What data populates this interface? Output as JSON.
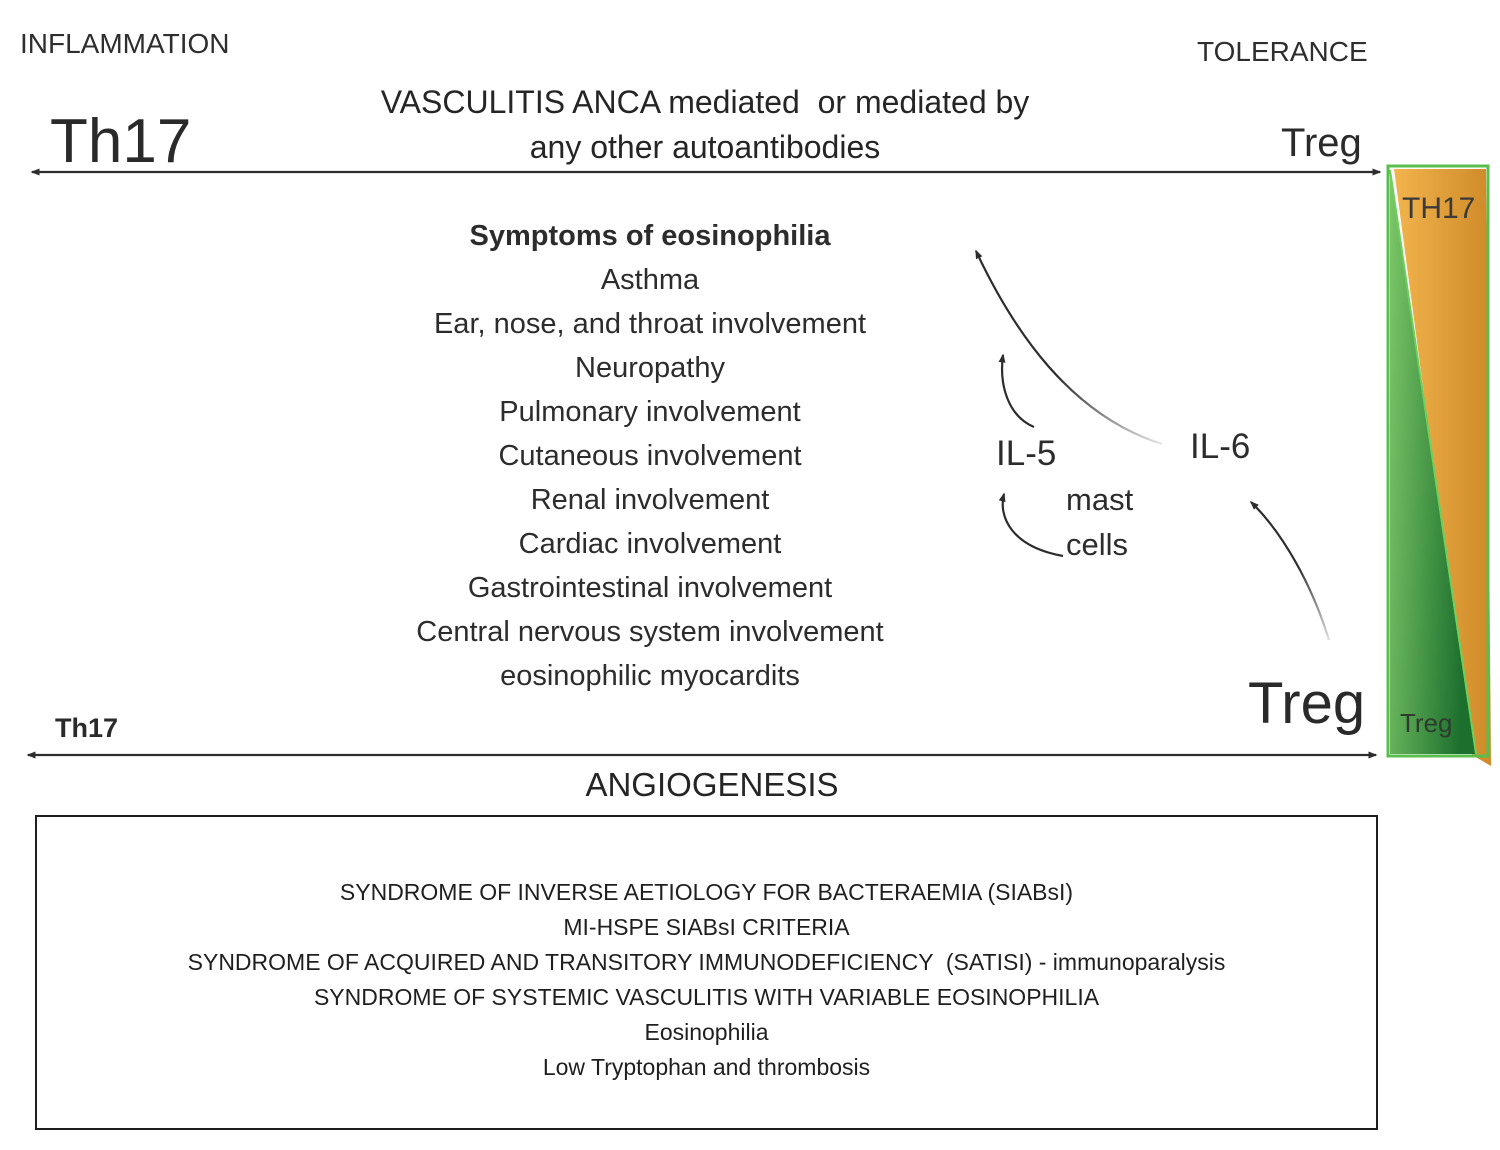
{
  "header": {
    "inflammation": "INFLAMMATION",
    "tolerance": "TOLERANCE",
    "title_line1": "VASCULITIS ANCA mediated  or mediated by",
    "title_line2": "any other autoantibodies",
    "th17_left": "Th17",
    "treg_right": "Treg"
  },
  "symptoms": {
    "heading": "Symptoms of eosinophilia",
    "items": [
      "Asthma",
      "Ear, nose, and throat involvement",
      "Neuropathy",
      "Pulmonary involvement",
      "Cutaneous involvement",
      "Renal involvement",
      "Cardiac involvement",
      "Gastrointestinal involvement",
      "Central nervous system involvement",
      "eosinophilic myocardits"
    ]
  },
  "mediators": {
    "il5": "IL-5",
    "il6": "IL-6",
    "mast_line1": "mast",
    "mast_line2": "cells"
  },
  "gradient_bar": {
    "top_label": "TH17",
    "bottom_label": "Treg",
    "orange_light": "#F2B44D",
    "orange_dark": "#CE8A28",
    "green_light": "#7CC768",
    "green_dark": "#1C6F2D",
    "border_green": "#5ABE4F"
  },
  "bottom_axis": {
    "th17": "Th17",
    "treg": "Treg",
    "angiogenesis": "ANGIOGENESIS"
  },
  "syndrome_box": {
    "lines": [
      "SYNDROME OF INVERSE AETIOLOGY FOR BACTERAEMIA (SIABsI)",
      "MI-HSPE SIABsI CRITERIA",
      "SYNDROME OF ACQUIRED AND TRANSITORY IMMUNODEFICIENCY  (SATISI) - immunoparalysis",
      "SYNDROME OF SYSTEMIC VASCULITIS WITH VARIABLE EOSINOPHILIA",
      "Eosinophilia",
      "Low Tryptophan and thrombosis"
    ]
  }
}
